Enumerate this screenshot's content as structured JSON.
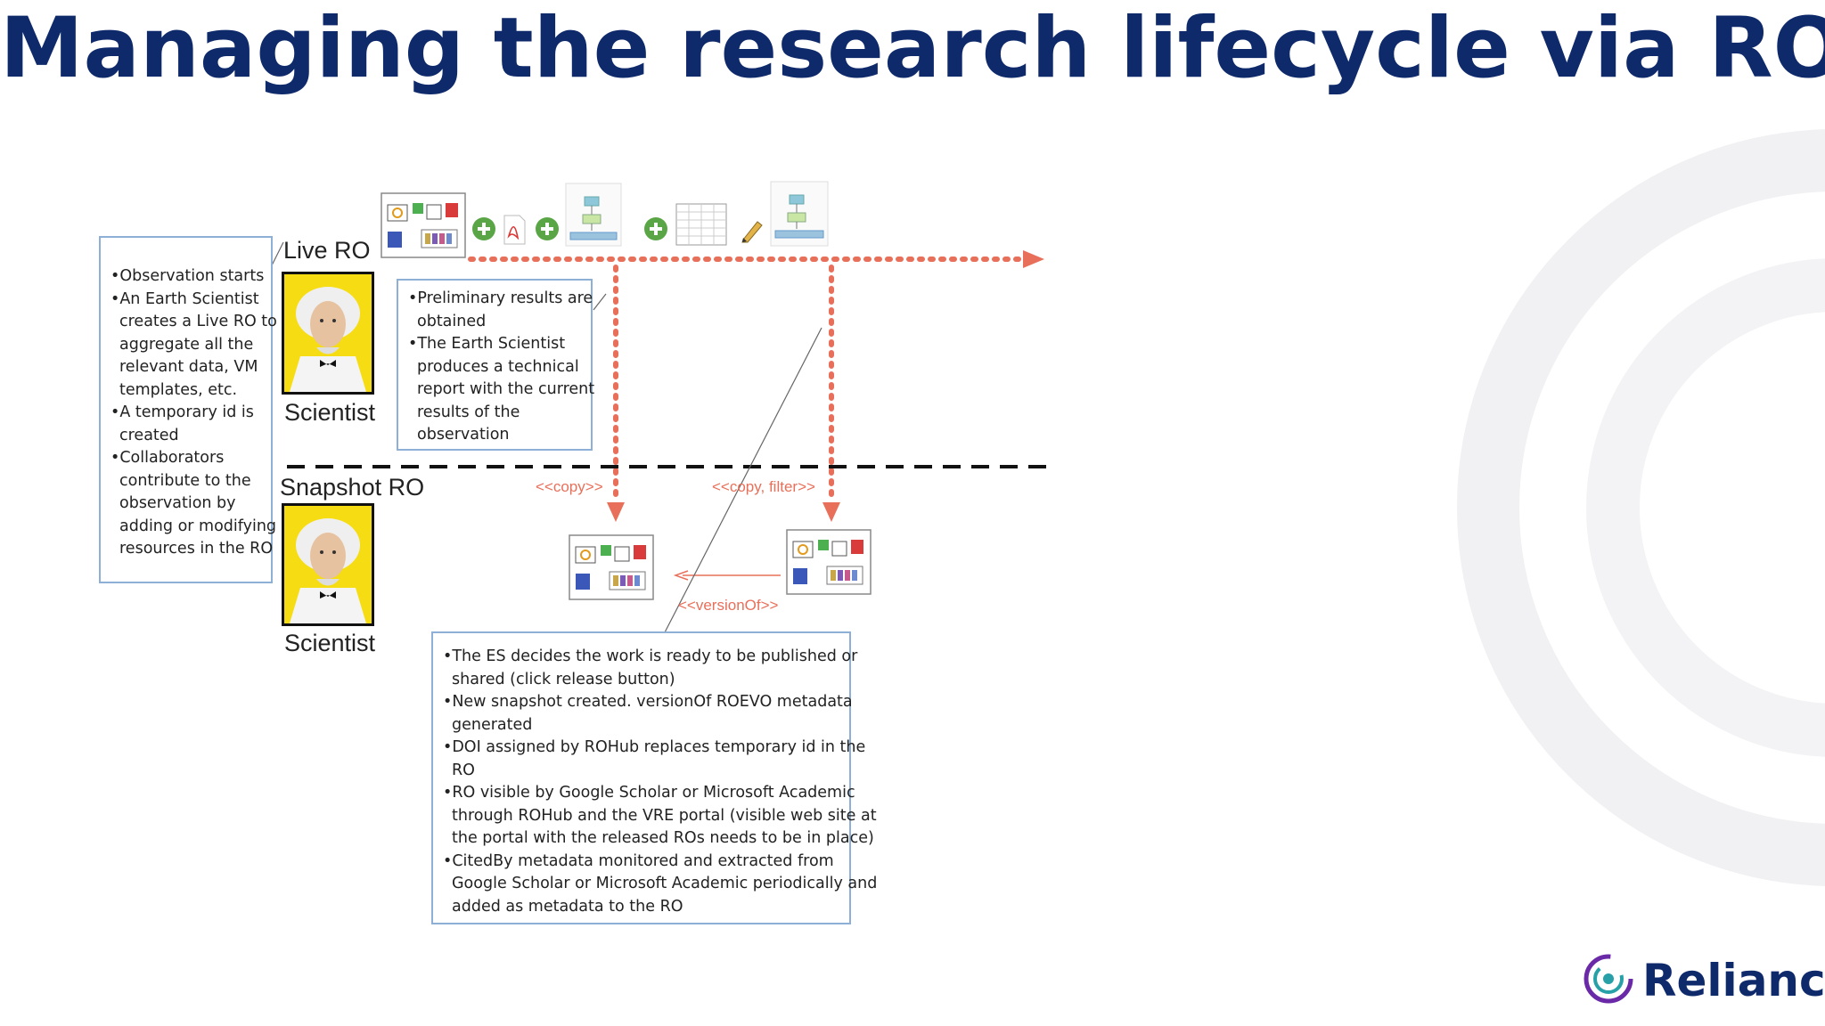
{
  "slide": {
    "title": "Managing the research lifecycle via ROs"
  },
  "diagram": {
    "live_ro_label": "Live RO",
    "snapshot_ro_label": "Snapshot RO",
    "scientist_label_top": "Scientist",
    "scientist_label_bottom": "Scientist",
    "copy_label": "<<copy>>",
    "copy_filter_label": "<<copy, filter>>",
    "version_of_label": "<<versionOf>>",
    "left_box": [
      "•Observation starts",
      "•An Earth Scientist",
      "creates a Live RO to",
      "aggregate all the",
      "relevant data, VM",
      "templates, etc.",
      "•A temporary id is",
      "created",
      "•Collaborators",
      "contribute to the",
      "observation by",
      "adding or modifying",
      "resources in the RO"
    ],
    "middle_box": [
      "•Preliminary results are",
      "obtained",
      "•The Earth Scientist",
      "produces a technical",
      "report with the current",
      "results of the",
      "observation"
    ],
    "bottom_box": [
      "•The ES decides the work is ready to be published or",
      "shared (click release button)",
      "•New snapshot created. versionOf ROEVO metadata",
      "generated",
      "•DOI assigned by ROHub replaces temporary id in the",
      "RO",
      "•RO visible by Google Scholar or Microsoft Academic",
      "through ROHub and the VRE portal (visible web site at",
      "the portal with the released ROs needs to be in place)",
      "•CitedBy metadata monitored and extracted from",
      "Google Scholar or Microsoft Academic periodically and",
      "added as metadata to the RO"
    ]
  },
  "logo": {
    "text": "Reliance"
  },
  "colors": {
    "title": "#0f2a6b",
    "arrow": "#e8705a",
    "box_border": "#8fb0d6",
    "portrait_bg": "#f6dc12",
    "logo_ring": "#6a2aa8"
  }
}
